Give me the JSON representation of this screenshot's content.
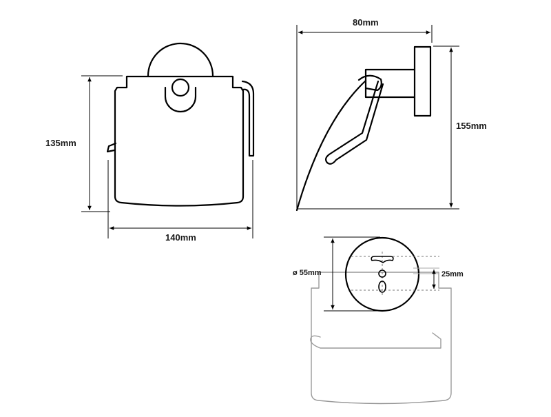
{
  "diagram": {
    "front_view": {
      "height_label": "135mm",
      "width_label": "140mm"
    },
    "side_view": {
      "depth_label": "80mm",
      "height_label": "155mm"
    },
    "top_view": {
      "diameter_label": "ø 55mm",
      "spacing_label": "25mm"
    }
  }
}
